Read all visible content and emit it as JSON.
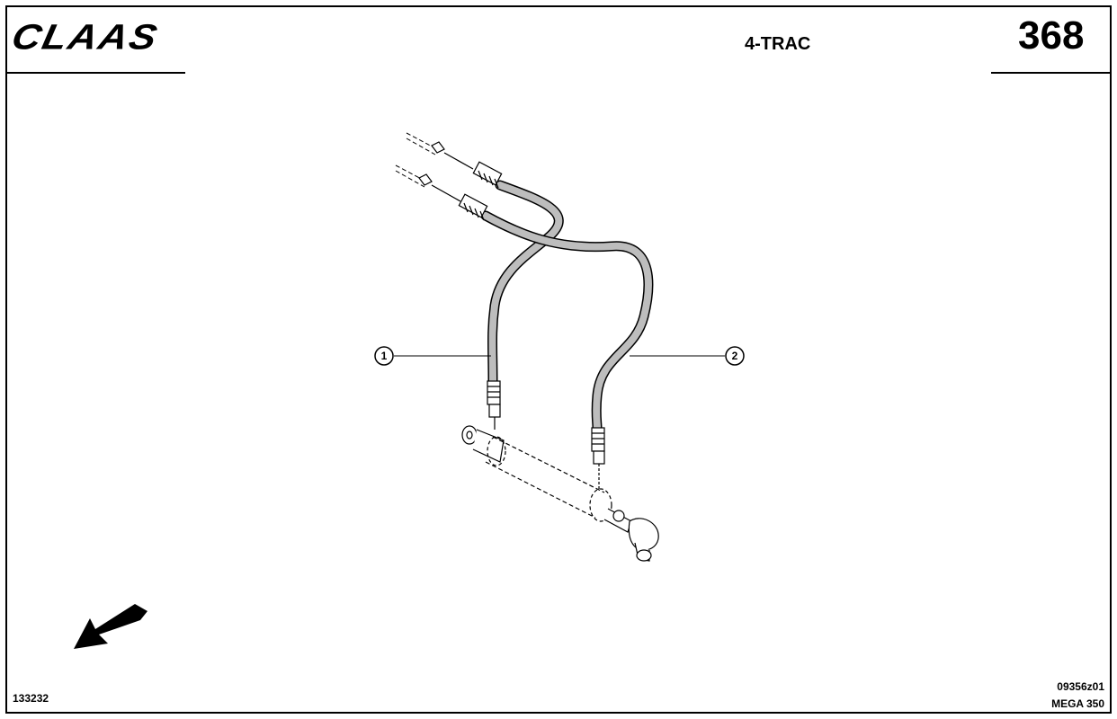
{
  "header": {
    "brand": "CLAAS",
    "title": "4-TRAC",
    "page_number": "368"
  },
  "footer": {
    "left_code": "133232",
    "drawing_code": "09356z01",
    "model": "MEGA 350"
  },
  "callouts": [
    {
      "label": "1"
    },
    {
      "label": "2"
    }
  ],
  "icons": {
    "direction": "arrow-down-left-icon"
  }
}
